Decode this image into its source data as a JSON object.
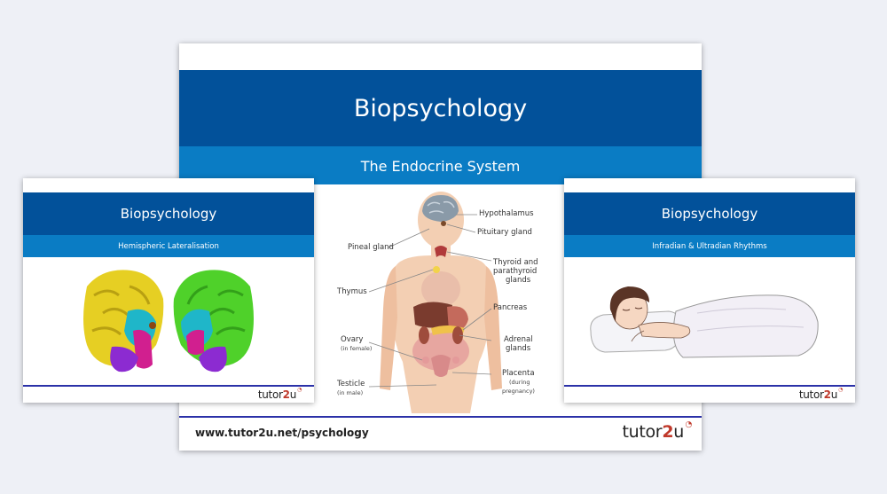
{
  "main_slide": {
    "title": "Biopsychology",
    "subtitle": "The Endocrine System",
    "url": "www.tutor2u.net/psychology",
    "logo": {
      "pre": "tutor",
      "num": "2",
      "post": "u"
    }
  },
  "left_slide": {
    "title": "Biopsychology",
    "subtitle": "Hemispheric Lateralisation",
    "logo": {
      "pre": "tutor",
      "num": "2",
      "post": "u"
    }
  },
  "right_slide": {
    "title": "Biopsychology",
    "subtitle": "Infradian & Ultradian Rhythms",
    "logo": {
      "pre": "tutor",
      "num": "2",
      "post": "u"
    }
  },
  "diagram_labels": {
    "hypothalamus": "Hypothalamus",
    "pituitary": "Pituitary gland",
    "pineal": "Pineal gland",
    "thyroid_1": "Thyroid and",
    "thyroid_2": "parathyroid",
    "thyroid_3": "glands",
    "thymus": "Thymus",
    "pancreas": "Pancreas",
    "ovary": "Ovary",
    "ovary_sub": "(in female)",
    "adrenal_1": "Adrenal",
    "adrenal_2": "glands",
    "testicle": "Testicle",
    "testicle_sub": "(in male)",
    "placenta": "Placenta",
    "placenta_sub_1": "(during",
    "placenta_sub_2": "pregnancy)"
  },
  "colors": {
    "band_dark": "#02519a",
    "band_light": "#0a7cc4",
    "rule": "#2b31a8",
    "background": "#eef0f6"
  }
}
